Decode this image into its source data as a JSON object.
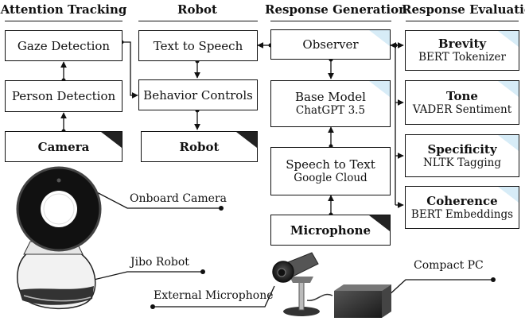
{
  "headings": {
    "attention": "Attention Tracking",
    "robot": "Robot",
    "response_generation": "Response Generation",
    "response_evaluation": "Response Evaluation"
  },
  "attention": {
    "gaze": "Gaze Detection",
    "person": "Person Detection",
    "camera": "Camera"
  },
  "robot": {
    "tts": "Text to Speech",
    "behavior": "Behavior Controls",
    "robot": "Robot"
  },
  "generation": {
    "observer": "Observer",
    "base_model": "Base Model",
    "base_model_sub": "ChatGPT 3.5",
    "stt": "Speech to Text",
    "stt_sub": "Google Cloud",
    "microphone": "Microphone"
  },
  "evaluation": {
    "brevity": "Brevity",
    "brevity_sub": "BERT Tokenizer",
    "tone": "Tone",
    "tone_sub": "VADER Sentiment",
    "specificity": "Specificity",
    "specificity_sub": "NLTK Tagging",
    "coherence": "Coherence",
    "coherence_sub": "BERT Embeddings"
  },
  "hardware": {
    "onboard_camera": "Onboard Camera",
    "jibo_robot": "Jibo Robot",
    "external_microphone": "External Microphone",
    "compact_pc": "Compact PC"
  },
  "colors": {
    "line": "#111111",
    "corner_dark": "#222222",
    "corner_light": "#d7ecf7"
  }
}
